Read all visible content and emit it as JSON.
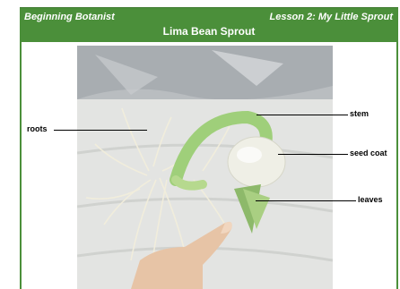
{
  "header": {
    "course": "Beginning Botanist",
    "lesson": "Lesson 2: My Little Sprout",
    "title": "Lima Bean Sprout"
  },
  "labels": {
    "roots": "roots",
    "stem": "stem",
    "seed_coat": "seed coat",
    "leaves": "leaves"
  },
  "colors": {
    "header_green": "#4b8f3a",
    "header_text": "#ffffff"
  }
}
